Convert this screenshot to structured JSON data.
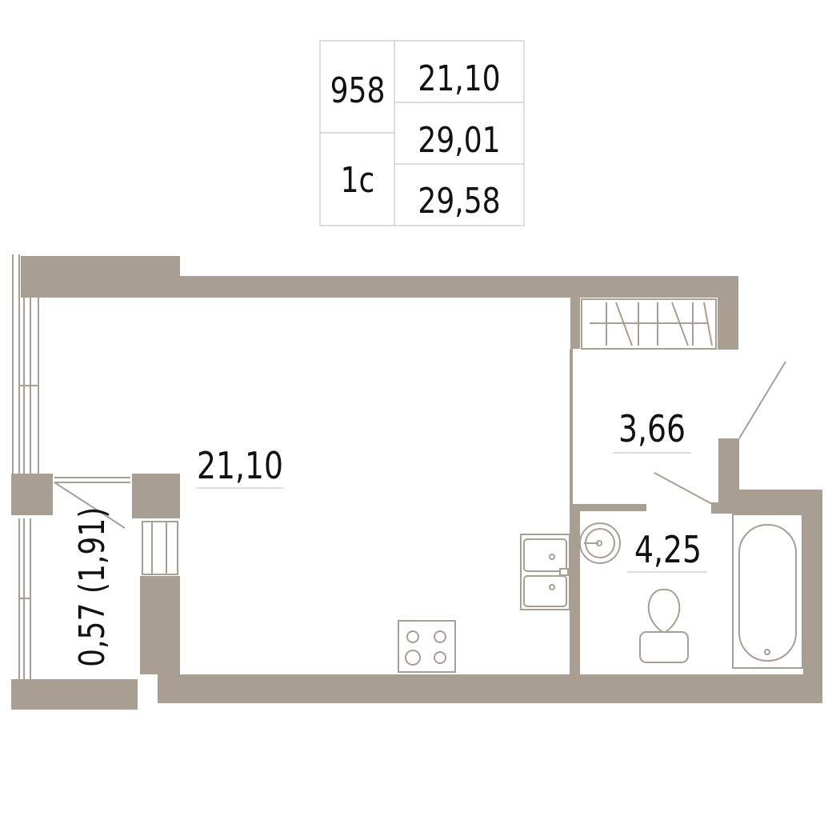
{
  "summary": {
    "apartment_number": "958",
    "apartment_type": "1с",
    "living_area": "21,10",
    "total_area": "29,01",
    "total_area_with_balcony": "29,58"
  },
  "rooms": {
    "living_room": "21,10",
    "hallway": "3,66",
    "bathroom": "4,25",
    "balcony": "0,57 (1,91)"
  },
  "colors": {
    "wall": "#a89f92",
    "text": "#111111",
    "table_border": "#c8c8c8"
  }
}
